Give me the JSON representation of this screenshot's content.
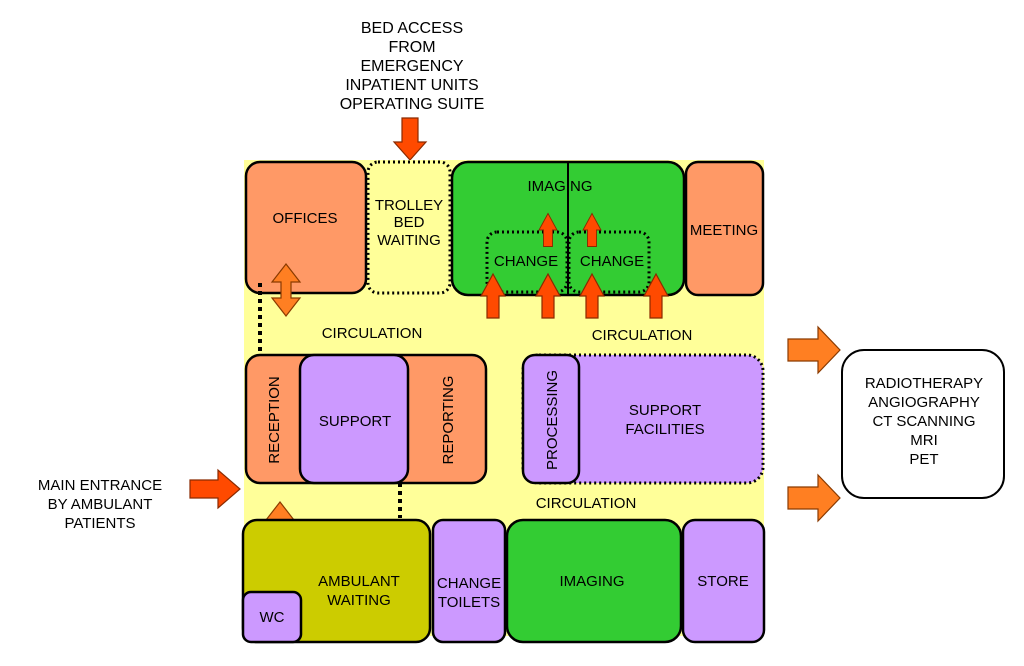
{
  "top_note": [
    "BED ACCESS",
    "FROM",
    "EMERGENCY",
    "INPATIENT UNITS",
    "OPERATING SUITE"
  ],
  "entrance_note": [
    "MAIN ENTRANCE",
    "BY AMBULANT",
    "PATIENTS"
  ],
  "external_box": [
    "RADIOTHERAPY",
    "ANGIOGRAPHY",
    "CT SCANNING",
    "MRI",
    "PET"
  ],
  "rooms": {
    "offices": "OFFICES",
    "trolley": [
      "TROLLEY",
      "BED",
      "WAITING"
    ],
    "imaging_top": "IMAGING",
    "change_1": "CHANGE",
    "change_2": "CHANGE",
    "meeting": "MEETING",
    "circulation_1": "CIRCULATION",
    "circulation_2": "CIRCULATION",
    "circulation_3": "CIRCULATION",
    "reception": "RECEPTION",
    "support": "SUPPORT",
    "reporting": "REPORTING",
    "processing": "PROCESSING",
    "support_facilities": [
      "SUPPORT",
      "FACILITIES"
    ],
    "ambulant_waiting": [
      "AMBULANT",
      "WAITING"
    ],
    "wc": "WC",
    "change_toilets": [
      "CHANGE",
      "TOILETS"
    ],
    "imaging_bottom": "IMAGING",
    "store": "STORE"
  },
  "colors": {
    "circulation": "#ffff99",
    "orange": "#ff9966",
    "yellow": "#ffff99",
    "green": "#33cc33",
    "purple": "#cc99ff",
    "olive": "#cccc00",
    "arrow": "#ff4a00"
  }
}
